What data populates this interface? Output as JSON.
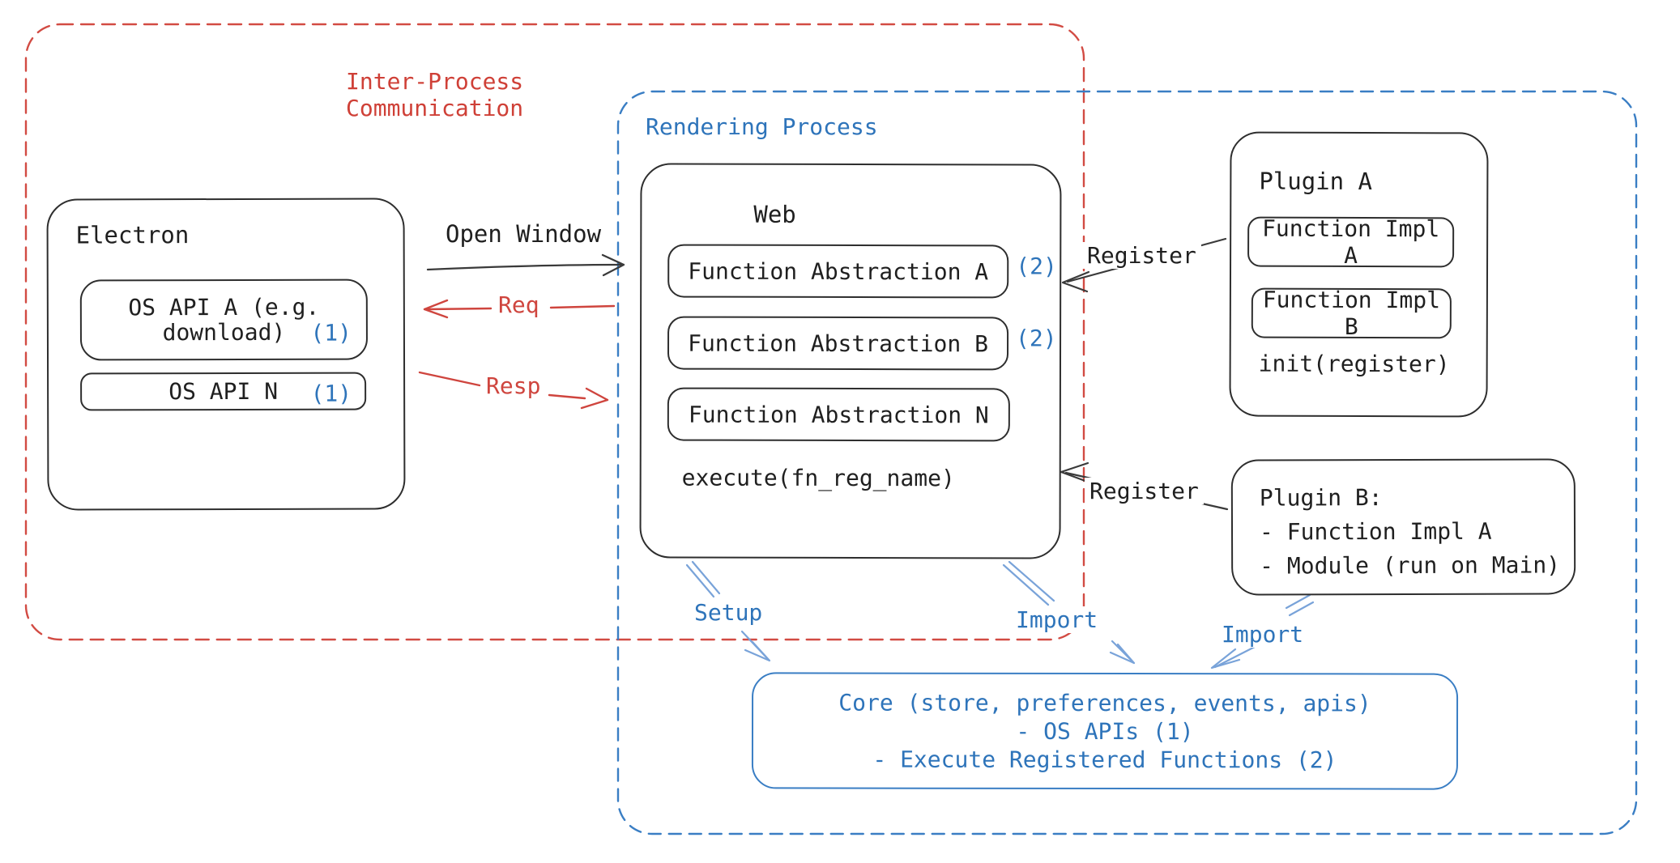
{
  "palette": {
    "ink": "#1f1f1f",
    "red": "#cf453e",
    "blue_text": "#2e74ba",
    "blue_stroke": "#3a7ec4",
    "arrow_blue": "#79a3d9"
  },
  "ipc": {
    "label": "Inter-Process\nCommunication"
  },
  "rendering": {
    "label": "Rendering Process"
  },
  "electron": {
    "title": "Electron",
    "os_api_a_line1": "OS API A (e.g.",
    "os_api_a_line2": "download)",
    "os_api_a_badge": "(1)",
    "os_api_n": "OS API N",
    "os_api_n_badge": "(1)"
  },
  "web": {
    "title": "Web",
    "fa_a": "Function Abstraction A",
    "fa_a_badge": "(2)",
    "fa_b": "Function Abstraction B",
    "fa_b_badge": "(2)",
    "fa_n": "Function Abstraction N",
    "execute": "execute(fn_reg_name)"
  },
  "plugin_a": {
    "title": "Plugin A",
    "impl_a": "Function Impl A",
    "impl_b": "Function Impl B",
    "init": "init(register)"
  },
  "plugin_b": {
    "text": "Plugin B:\n- Function Impl A\n- Module (run on Main)"
  },
  "core": {
    "line1": "Core (store, preferences, events, apis)",
    "line2": "- OS APIs (1)",
    "line3": "- Execute Registered Functions (2)"
  },
  "arrows": {
    "open_window": "Open Window",
    "req": "Req",
    "resp": "Resp",
    "register_top": "Register",
    "register_bottom": "Register",
    "setup": "Setup",
    "import_mid": "Import",
    "import_right": "Import"
  }
}
